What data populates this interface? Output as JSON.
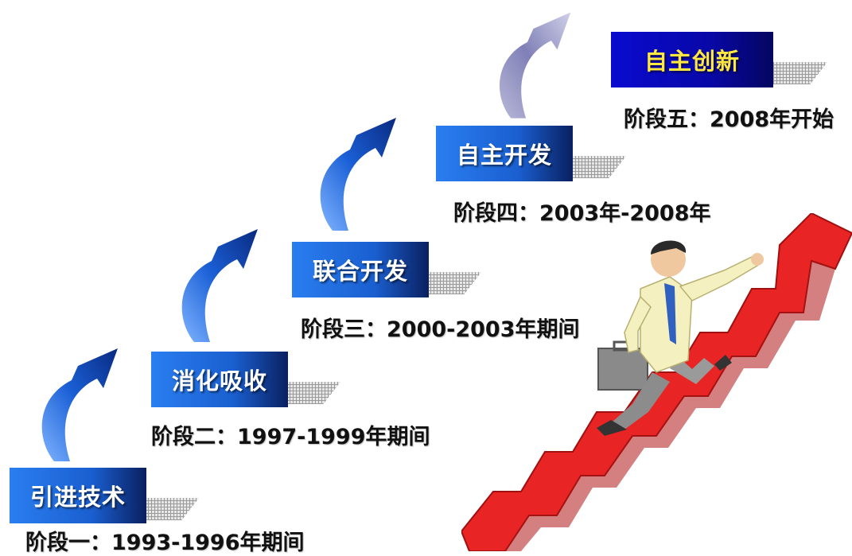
{
  "stages": [
    {
      "title": "引进技术",
      "caption": "阶段一：1993-1996年期间",
      "color": "#1e6fe0"
    },
    {
      "title": "消化吸收",
      "caption": "阶段二：1997-1999年期间",
      "color": "#1e6fe0"
    },
    {
      "title": "联合开发",
      "caption": "阶段三：2000-2003年期间",
      "color": "#1e6fe0"
    },
    {
      "title": "自主开发",
      "caption": "阶段四：2003年-2008年",
      "color": "#1e6fe0"
    },
    {
      "title": "自主创新",
      "caption": "阶段五：2008年开始",
      "color": "#0a0ab4",
      "title_color": "#ffe840"
    }
  ],
  "icons": {
    "arrow": "curved-up-arrow-icon",
    "illustration": "businessman-climbing-arrow-stairs"
  }
}
